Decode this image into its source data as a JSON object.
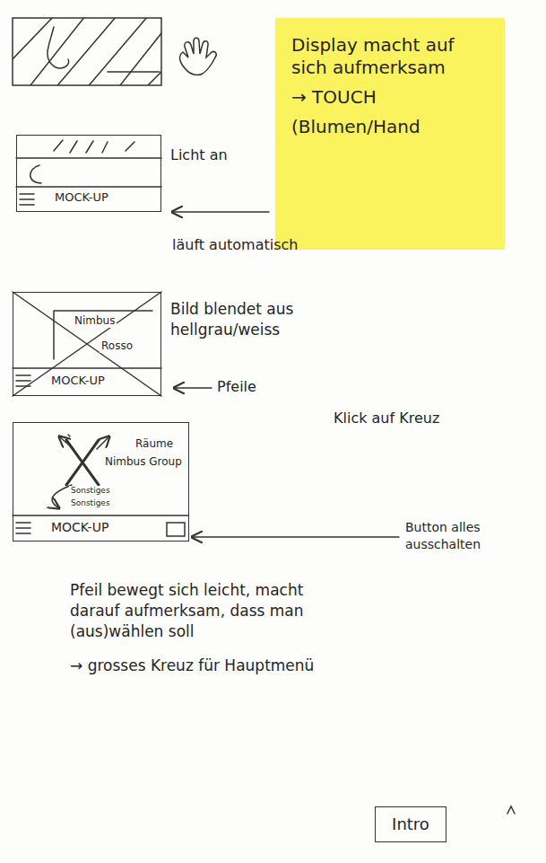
{
  "diagram": {
    "nodes": [
      {
        "text": [
          "Display macht auf sich aufmerksam",
          "→ TOUCH",
          "(Blumen/Hand"
        ]
      },
      {
        "text": [
          "MOCK-UP"
        ]
      },
      {
        "text": [
          "Nimbus",
          "Rosso",
          "MOCK-UP"
        ]
      },
      {
        "text": [
          "Räume",
          "Nimbus Group",
          "Sonstiges",
          "Sonstiges",
          "MOCK-UP"
        ]
      },
      {
        "text": [
          "Intro"
        ]
      }
    ],
    "labels": [
      "Licht an",
      "läuft automatisch",
      "Bild blendet aus hellgrau/weiss",
      "Pfeile",
      "Klick auf Kreuz",
      "Button alles ausschalten",
      "Pfeil bewegt sich leicht, macht darauf aufmerksam, dass man (aus)wählen soll",
      "→ grosses Kreuz für Hauptmenü"
    ]
  }
}
